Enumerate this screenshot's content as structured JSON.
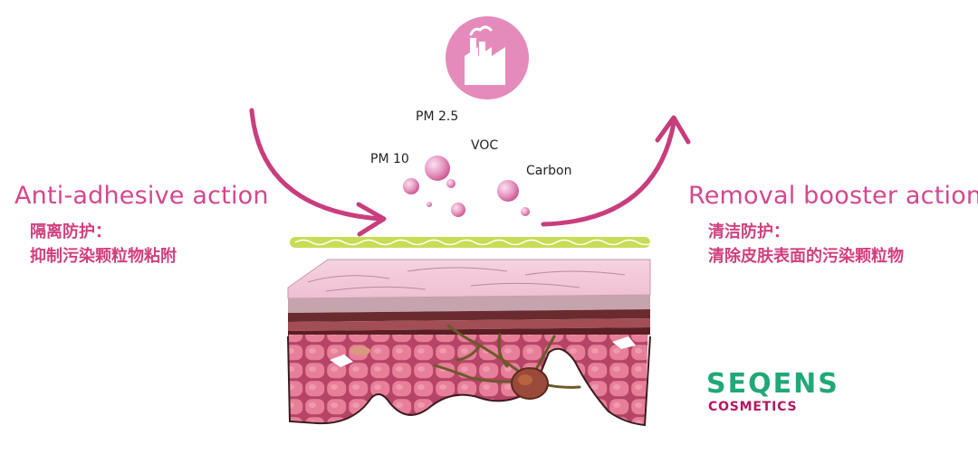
{
  "colors": {
    "accent": "#d4478e",
    "badge": "#e58bbb",
    "film": "#c9dc55",
    "brand_green": "#21a877",
    "brand_magenta": "#b2175f"
  },
  "icons": {
    "factory": "factory-icon"
  },
  "pollutants": {
    "pm25": "PM 2.5",
    "voc": "VOC",
    "pm10": "PM 10",
    "carbon": "Carbon"
  },
  "left": {
    "title": "Anti-adhesive action",
    "cn_line1": "隔离防护：",
    "cn_line2": "抑制污染颗粒物粘附"
  },
  "right": {
    "title": "Removal booster action",
    "cn_line1": "清洁防护：",
    "cn_line2": "清除皮肤表面的污染颗粒物"
  },
  "brand": {
    "name": "SEQENS",
    "sub": "COSMETICS"
  }
}
